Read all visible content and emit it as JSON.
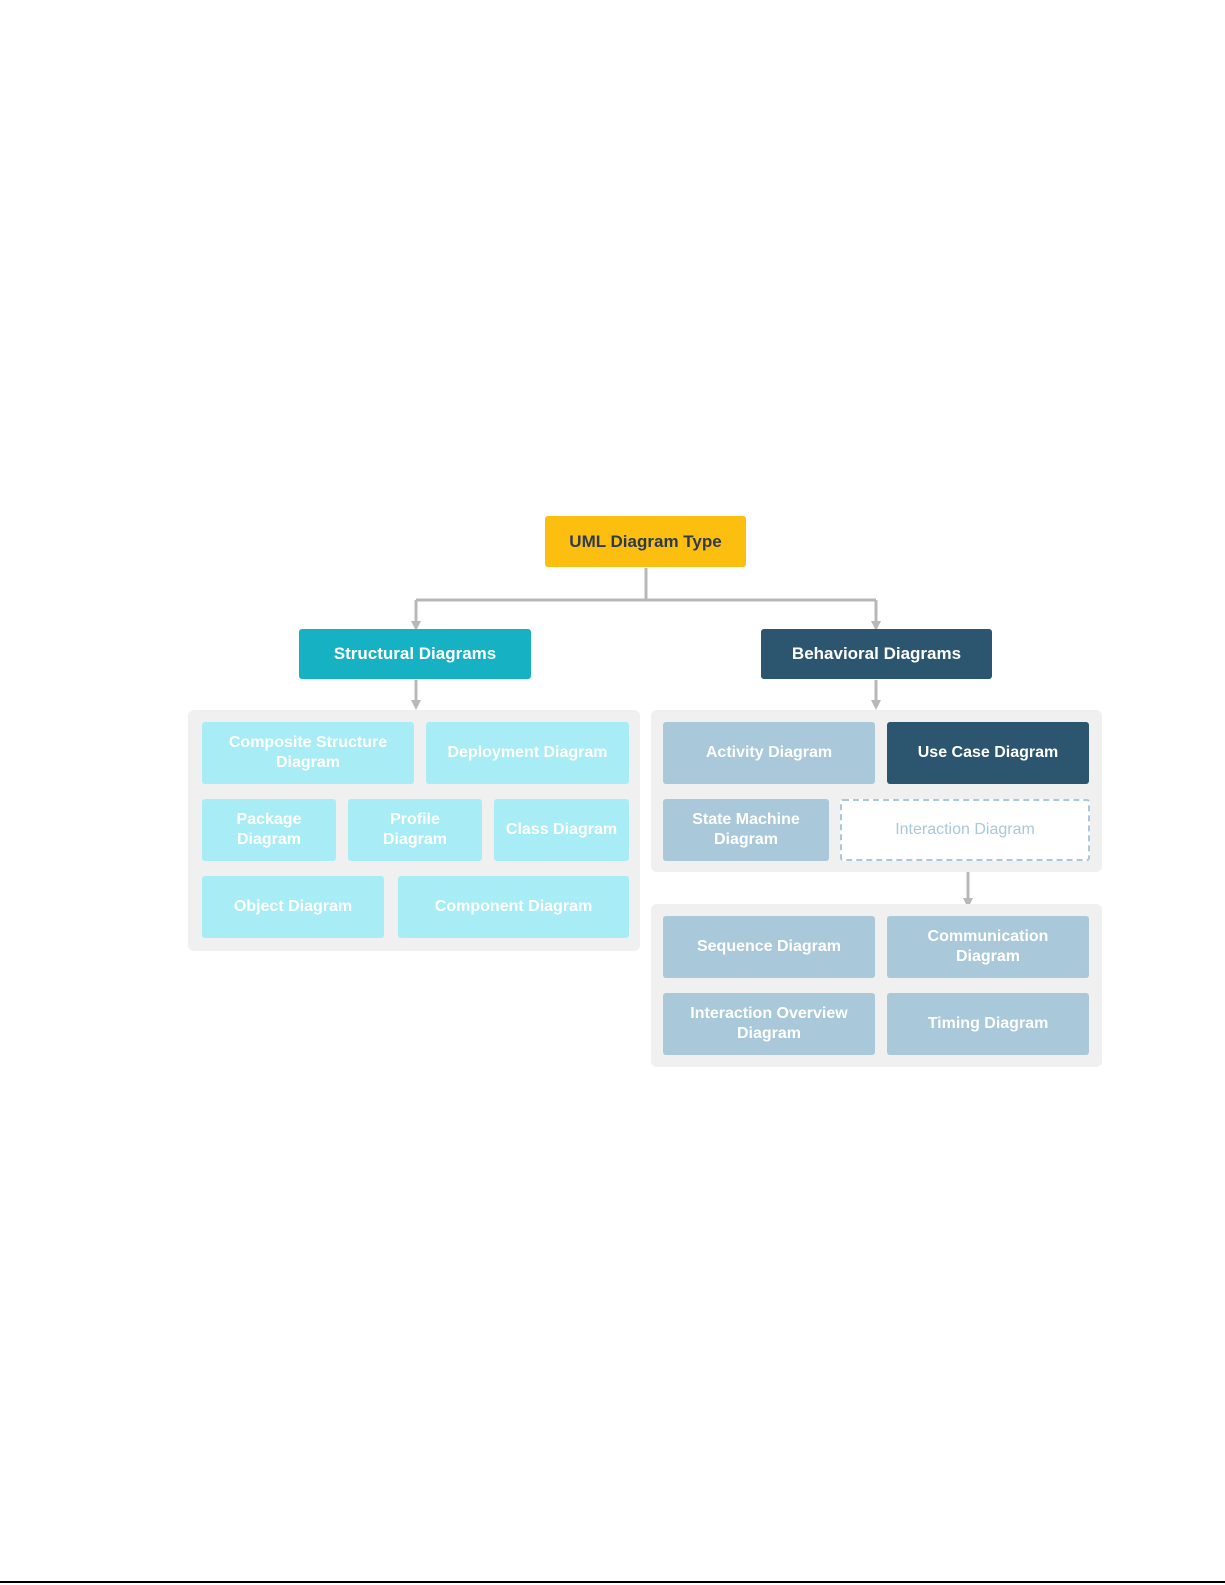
{
  "root": {
    "label": "UML Diagram Type"
  },
  "structural": {
    "label": "Structural Diagrams",
    "items": [
      "Composite Structure Diagram",
      "Deployment Diagram",
      "Package Diagram",
      "Profile Diagram",
      "Class Diagram",
      "Object Diagram",
      "Component Diagram"
    ]
  },
  "behavioral": {
    "label": "Behavioral Diagrams",
    "items": [
      "Activity Diagram",
      "Use Case Diagram",
      "State Machine Diagram",
      "Interaction Diagram"
    ]
  },
  "interaction": {
    "items": [
      "Sequence Diagram",
      "Communication Diagram",
      "Interaction Overview Diagram",
      "Timing Diagram"
    ]
  },
  "colors": {
    "root": "#fcbf10",
    "structural": "#16b1c3",
    "behavioral": "#2c566f",
    "structural_leaf": "#a8edf5",
    "behavioral_leaf": "#a9c8da",
    "connector": "#b8b8b8"
  }
}
